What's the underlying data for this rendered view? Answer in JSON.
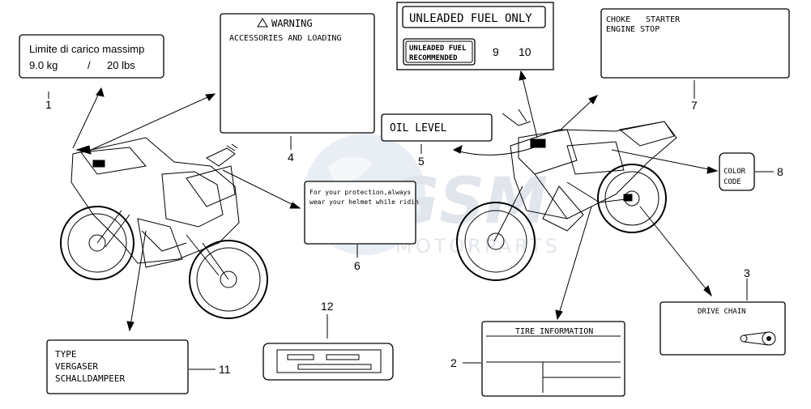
{
  "labels": {
    "l1": {
      "line1": "Limite di carico massimp",
      "kg": "9.0 kg",
      "sep": "/",
      "lbs": "20 lbs"
    },
    "l2": {
      "title": "TIRE   INFORMATION"
    },
    "l3": {
      "title": "DRIVE CHAIN"
    },
    "l4": {
      "title": "WARNING",
      "subtitle": "ACCESSORIES AND LOADING"
    },
    "l5": {
      "title": "OIL LEVEL"
    },
    "l6": {
      "line1": "For your protection,always",
      "line2": "wear your helmet while ridin"
    },
    "l7": {
      "line1a": "CHOKE",
      "line1b": "STARTER",
      "line2": "ENGINE STOP"
    },
    "l8": {
      "line1": "COLOR",
      "line2": "CODE"
    },
    "l9": {
      "line1": "UNLEADED FUEL",
      "line2": "RECOMMENDED"
    },
    "l10": {
      "title": "UNLEADED FUEL ONLY"
    },
    "l11": {
      "line1": "TYPE",
      "line2": "VERGASER",
      "line3": "SCHALLDAMPEER"
    }
  },
  "callouts": [
    "1",
    "2",
    "3",
    "4",
    "5",
    "6",
    "7",
    "8",
    "9",
    "10",
    "11",
    "12"
  ],
  "watermark": {
    "brand": "GSM",
    "subtitle": "MOTORPARTS",
    "color": "#b8c6d6"
  }
}
